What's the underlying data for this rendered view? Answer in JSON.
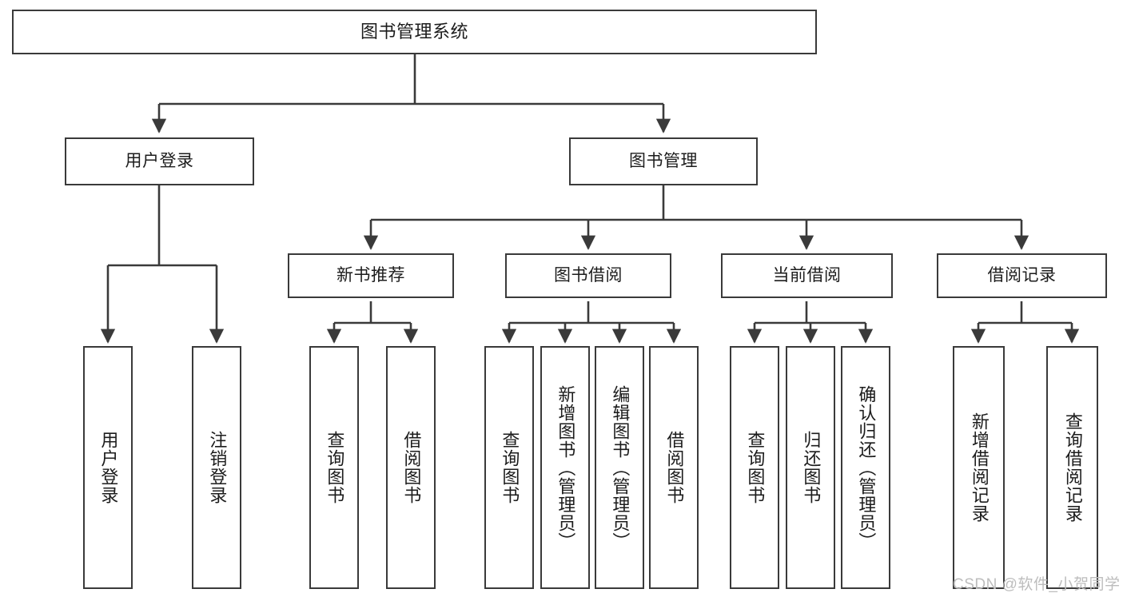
{
  "diagram": {
    "title": "图书管理系统",
    "type": "hierarchy-tree",
    "colors": {
      "background": "#ffffff",
      "box_border": "#3a3a3a",
      "box_fill": "#ffffff",
      "edge": "#3a3a3a",
      "text": "#1c1c1c",
      "watermark": "#bdbdbd"
    },
    "nodes": {
      "root": {
        "label": "图书管理系统"
      },
      "level2": [
        {
          "label": "用户登录"
        },
        {
          "label": "图书管理"
        }
      ],
      "level3": [
        {
          "label": "新书推荐"
        },
        {
          "label": "图书借阅"
        },
        {
          "label": "当前借阅"
        },
        {
          "label": "借阅记录"
        }
      ],
      "leaves_user_login": [
        {
          "label": "用户登录"
        },
        {
          "label": "注销登录"
        }
      ],
      "leaves_new_book": [
        {
          "label": "查询图书"
        },
        {
          "label": "借阅图书"
        }
      ],
      "leaves_borrow": [
        {
          "label": "查询图书"
        },
        {
          "label": "新增图书（管理员）"
        },
        {
          "label": "编辑图书（管理员）"
        },
        {
          "label": "借阅图书"
        }
      ],
      "leaves_current": [
        {
          "label": "查询图书"
        },
        {
          "label": "归还图书"
        },
        {
          "label": "确认归还（管理员）"
        }
      ],
      "leaves_records": [
        {
          "label": "新增借阅记录"
        },
        {
          "label": "查询借阅记录"
        }
      ]
    }
  },
  "watermark": {
    "text": "CSDN @软件_小贺同学"
  }
}
